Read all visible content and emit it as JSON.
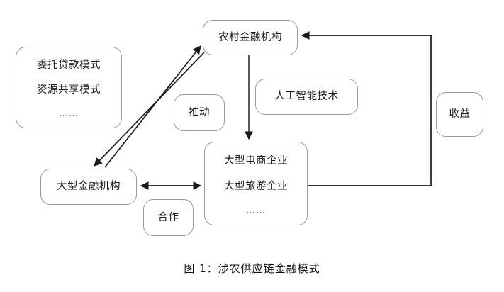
{
  "figure": {
    "caption": "图 1：涉农供应链金融模式",
    "background_color": "#ffffff",
    "box_border_color": "#9a9a9a",
    "arrow_color": "#1a1a1a",
    "text_color": "#1a1a1a"
  },
  "nodes": {
    "rural_financial": {
      "label": "农村金融机构"
    },
    "modes": {
      "line1": "委托贷款模式",
      "line2": "资源共享模式",
      "ellipsis": "……"
    },
    "ai_tech": {
      "label": "人工智能技术"
    },
    "promote": {
      "label": "推动"
    },
    "large_financial": {
      "label": "大型金融机构"
    },
    "enterprises": {
      "line1": "大型电商企业",
      "line2": "大型旅游企业",
      "ellipsis": "……"
    },
    "cooperation": {
      "label": "合作"
    },
    "revenue": {
      "label": "收益"
    }
  },
  "connections": [
    {
      "id": "rural-to-large-financial",
      "from": "rural_financial",
      "to": "large_financial",
      "style": "diagonal-arrow",
      "direction": "down-left"
    },
    {
      "id": "large-financial-to-rural",
      "from": "large_financial",
      "to": "rural_financial",
      "style": "diagonal-arrow",
      "direction": "up-right"
    },
    {
      "id": "rural-to-enterprises",
      "from": "rural_financial",
      "to": "enterprises",
      "style": "vertical-arrow",
      "direction": "down",
      "edge_label": "人工智能技术"
    },
    {
      "id": "large-financial-enterprises",
      "from": "large_financial",
      "to": "enterprises",
      "style": "horizontal-double-arrow",
      "direction": "both",
      "edge_label": "合作"
    },
    {
      "id": "enterprises-to-rural",
      "from": "enterprises",
      "to": "rural_financial",
      "style": "orthogonal-arrow",
      "direction": "right-up-left",
      "edge_label": "收益"
    }
  ]
}
